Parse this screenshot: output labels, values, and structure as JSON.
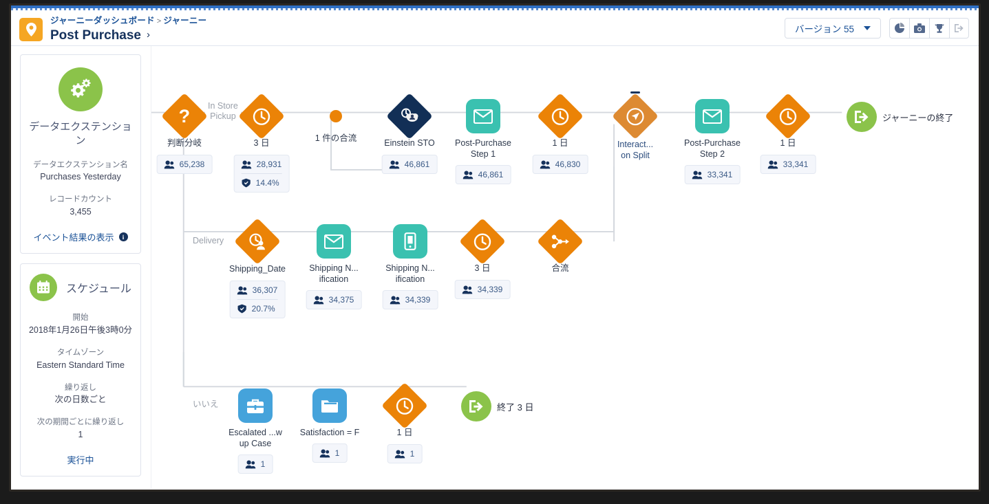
{
  "header": {
    "breadcrumb_parent": "ジャーニーダッシュボード",
    "breadcrumb_sep": ">",
    "breadcrumb_child": "ジャーニー",
    "title": "Post Purchase",
    "title_chevron": "›",
    "version_label": "バージョン 55",
    "icons": [
      "pie-chart-icon",
      "camera-icon",
      "trophy-icon",
      "exit-icon"
    ]
  },
  "sidebar": {
    "entry_card": {
      "icon": "gears-icon",
      "title": "データエクステンション",
      "field1_label": "データエクステンション名",
      "field1_value": "Purchases Yesterday",
      "field2_label": "レコードカウント",
      "field2_value": "3,455",
      "link": "イベント結果の表示",
      "info_badge": "i"
    },
    "schedule_card": {
      "icon": "calendar-icon",
      "title": "スケジュール",
      "start_label": "開始",
      "start_value": "2018年1月26日午後3時0分",
      "tz_label": "タイムゾーン",
      "tz_value": "Eastern Standard Time",
      "repeat_label": "繰り返し",
      "repeat_value": "次の日数ごと",
      "interval_label": "次の期間ごとに繰り返し",
      "interval_value": "1",
      "status": "実行中"
    }
  },
  "canvas": {
    "branch_labels": {
      "top": "In Store\nPickup",
      "middle": "Delivery",
      "bottom": "いいえ"
    },
    "merge_label": "1 件の合流",
    "nodes": {
      "decision_split": {
        "label": "判断分岐",
        "icon": "question-diamond-icon",
        "contacts": "65,238"
      },
      "wait_3d_top": {
        "label": "3 日",
        "icon": "clock-diamond-icon",
        "contacts": "28,931",
        "rate": "14.4%"
      },
      "merge_dot": {
        "label": "1 件の合流",
        "icon": "merge-dot-icon"
      },
      "einstein_sto": {
        "label": "Einstein STO",
        "icon": "einstein-sto-icon",
        "contacts": "46,861"
      },
      "pp_step_1": {
        "label": "Post-Purchase\nStep 1",
        "icon": "email-icon",
        "contacts": "46,861"
      },
      "wait_1d_a": {
        "label": "1 日",
        "icon": "clock-diamond-icon",
        "contacts": "46,830"
      },
      "interaction_split": {
        "label": "Interact...\non Split",
        "icon": "engagement-split-icon"
      },
      "pp_step_2": {
        "label": "Post-Purchase\nStep 2",
        "icon": "email-icon",
        "contacts": "33,341"
      },
      "wait_1d_b": {
        "label": "1 日",
        "icon": "clock-diamond-icon",
        "contacts": "33,341"
      },
      "journey_end": {
        "label": "ジャーニーの終了",
        "icon": "exit-circle-icon"
      },
      "shipping_date": {
        "label": "Shipping_Date",
        "icon": "date-wait-diamond-icon",
        "contacts": "36,307",
        "rate": "20.7%"
      },
      "shipping_email": {
        "label": "Shipping N...\nification",
        "icon": "email-icon",
        "contacts": "34,375"
      },
      "shipping_sms": {
        "label": "Shipping N...\nification",
        "icon": "sms-icon",
        "contacts": "34,339"
      },
      "wait_3d_mid": {
        "label": "3 日",
        "icon": "clock-diamond-icon",
        "contacts": "34,339"
      },
      "join": {
        "label": "合流",
        "icon": "join-diamond-icon"
      },
      "escalated_case": {
        "label": "Escalated ...w\nup Case",
        "icon": "case-icon",
        "contacts": "1"
      },
      "satisfaction": {
        "label": "Satisfaction = F",
        "icon": "update-record-icon",
        "contacts": "1"
      },
      "wait_1d_c": {
        "label": "1 日",
        "icon": "clock-diamond-icon",
        "contacts": "1"
      },
      "end_3d": {
        "label": "終了 3 日",
        "icon": "exit-circle-icon"
      }
    }
  },
  "colors": {
    "orange": "#eb8307",
    "teal": "#3ac1b0",
    "blue": "#45a3db",
    "green": "#8bc34a",
    "navy": "#122f56",
    "link": "#1b5297"
  }
}
